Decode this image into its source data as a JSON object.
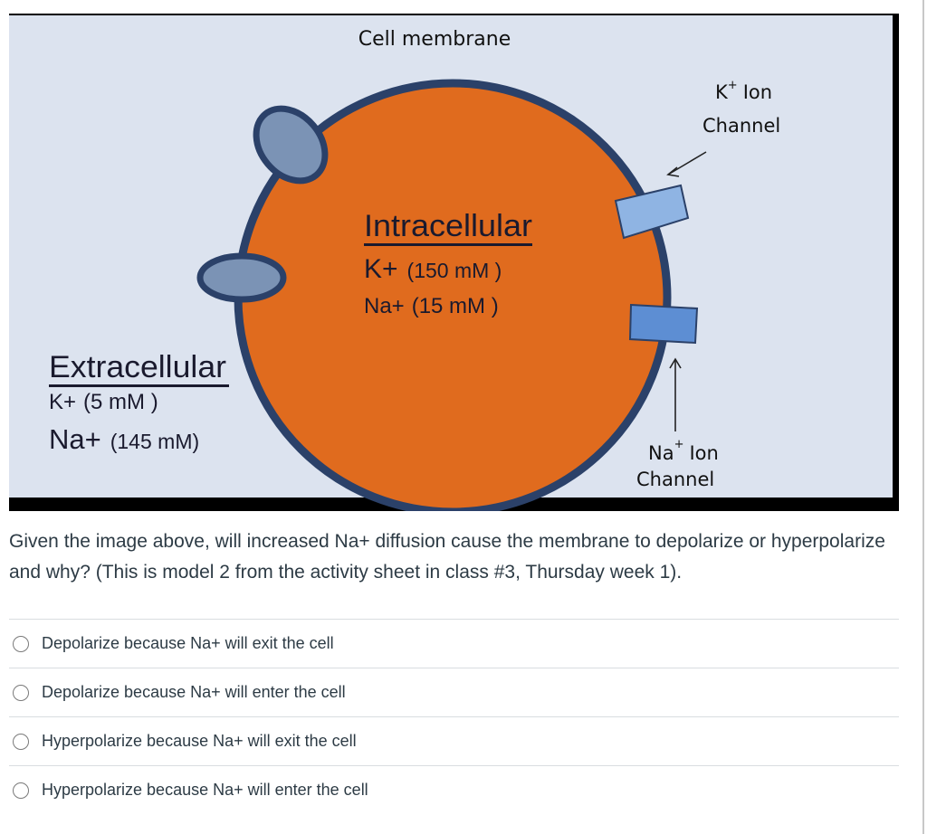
{
  "diagram": {
    "title": "Cell membrane",
    "intracellular": {
      "heading": "Intracellular",
      "k_ion": "K+",
      "k_conc": "(150 mM )",
      "na_ion": "Na+",
      "na_conc": "(15 mM )"
    },
    "extracellular": {
      "heading": "Extracellular",
      "k_ion": "K+",
      "k_conc": "(5 mM )",
      "na_ion": "Na+",
      "na_conc": "(145 mM)"
    },
    "k_channel": {
      "label_prefix": "K",
      "label_sup": "+",
      "label_suffix": "Ion",
      "label_line2": "Channel"
    },
    "na_channel": {
      "label_prefix": "Na",
      "label_sup": "+",
      "label_suffix": "Ion",
      "label_line2": "Channel"
    },
    "colors": {
      "background": "#dce3ef",
      "cell_fill": "#e06b1e",
      "membrane": "#2b4169",
      "channel_fill": "#8fb4e3",
      "frame": "#000000"
    }
  },
  "question": {
    "text": "Given the image above, will increased Na+ diffusion cause the membrane to depolarize or hyperpolarize and why? (This is model 2 from the activity sheet in class #3, Thursday week 1)."
  },
  "answers": [
    {
      "label": "Depolarize because Na+ will exit the cell",
      "selected": false
    },
    {
      "label": "Depolarize because Na+ will enter the cell",
      "selected": false
    },
    {
      "label": "Hyperpolarize because Na+ will exit the cell",
      "selected": false
    },
    {
      "label": "Hyperpolarize because Na+ will enter the cell",
      "selected": false
    }
  ]
}
